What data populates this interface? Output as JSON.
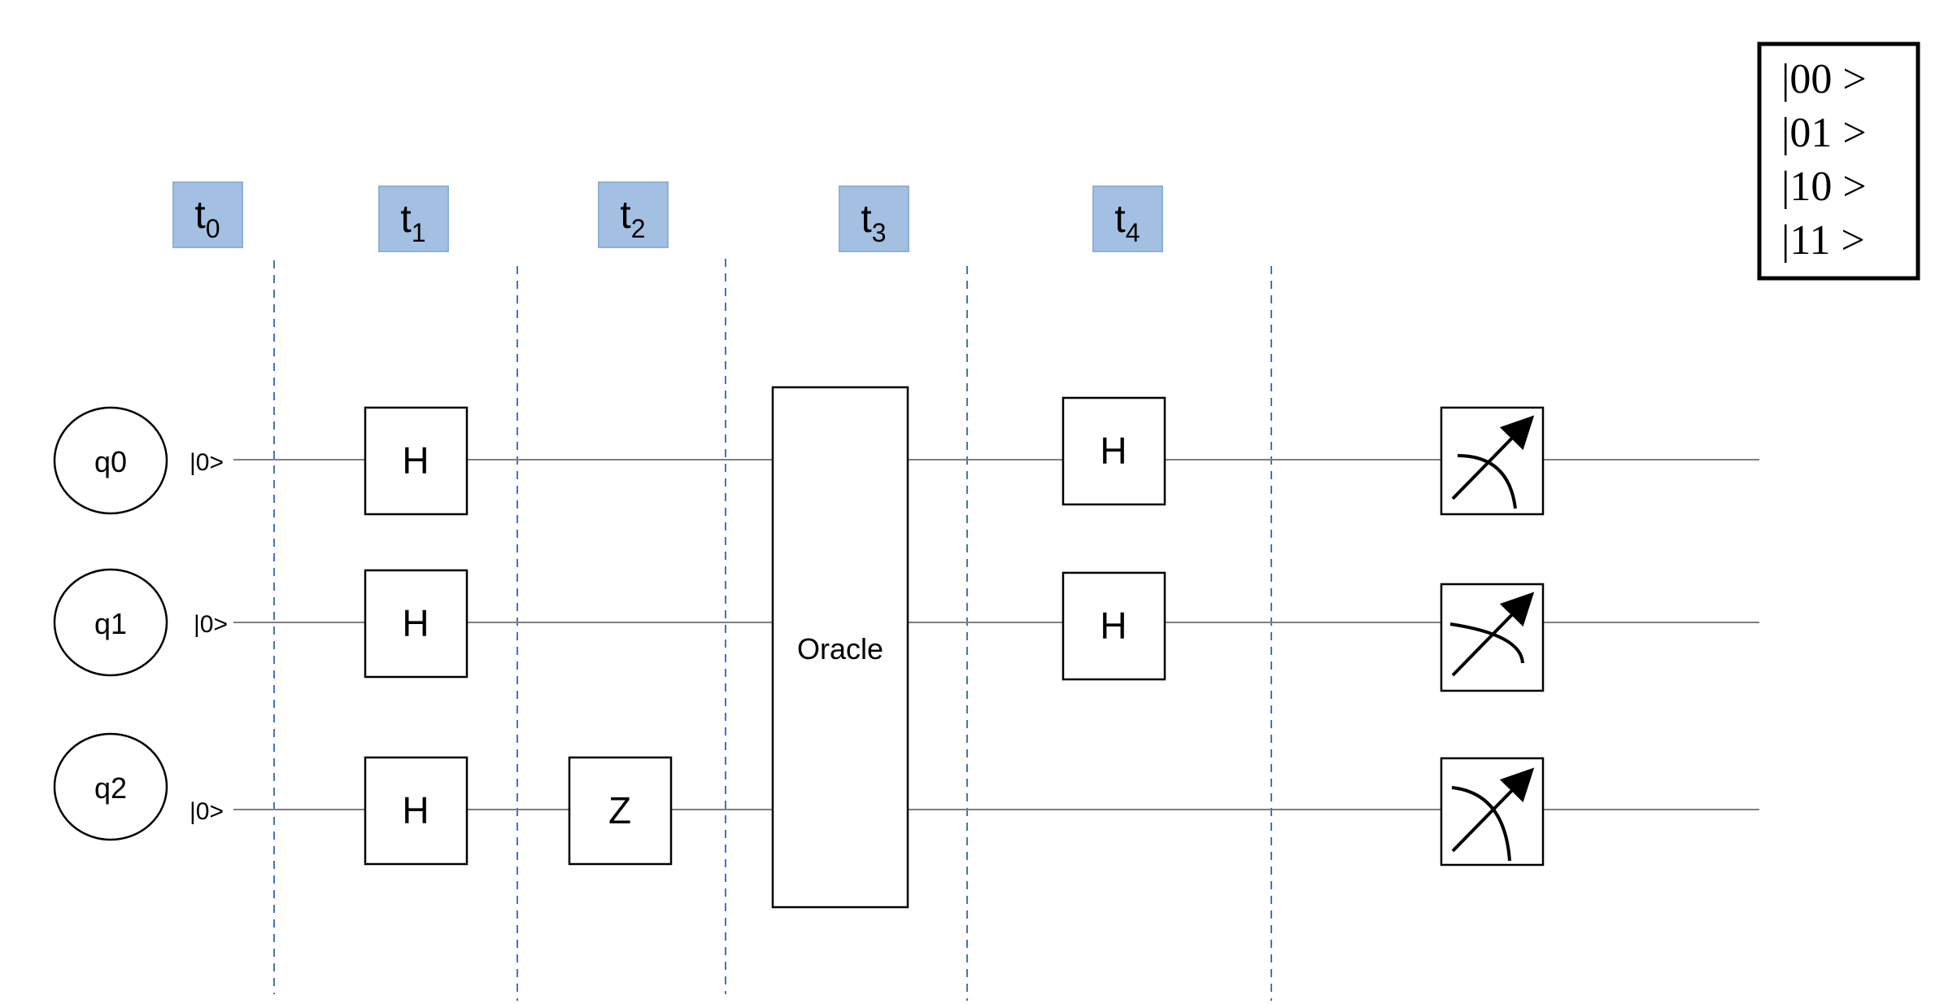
{
  "time_labels": [
    {
      "base": "t",
      "sub": "0"
    },
    {
      "base": "t",
      "sub": "1"
    },
    {
      "base": "t",
      "sub": "2"
    },
    {
      "base": "t",
      "sub": "3"
    },
    {
      "base": "t",
      "sub": "4"
    }
  ],
  "qubits": [
    {
      "name": "q0",
      "init": "|0>"
    },
    {
      "name": "q1",
      "init": "|0>"
    },
    {
      "name": "q2",
      "init": "|0>"
    }
  ],
  "gates": {
    "h": "H",
    "z": "Z",
    "oracle": "Oracle"
  },
  "states": [
    "|00 >",
    "|01 >",
    "|10 >",
    "|11 >"
  ],
  "colors": {
    "time_label_fill": "#a3c0e3",
    "time_label_border": "#8eb0d9",
    "divider": "#4472c4",
    "wire": "#7f7f7f",
    "stroke": "#000000"
  }
}
